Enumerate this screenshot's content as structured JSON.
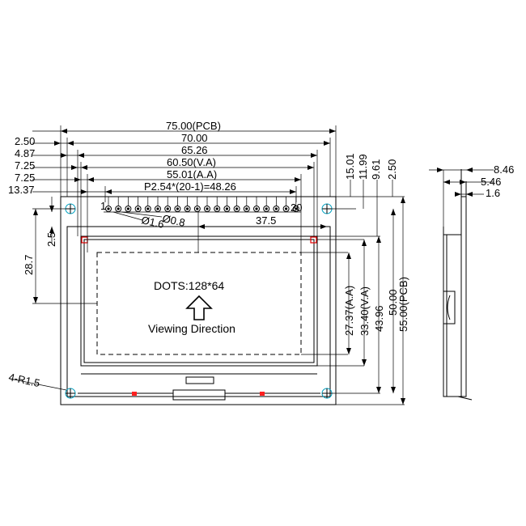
{
  "dims": {
    "pcb_width": "75.00(PCB)",
    "w_70": "70.00",
    "w_65": "65.26",
    "va_width": "60.50(V.A)",
    "aa_width": "55.01(A.A)",
    "pitch": "P2.54*(20-1)=48.26",
    "left_2_50": "2.50",
    "left_4_87": "4.87",
    "left_7_25a": "7.25",
    "left_7_25b": "7.25",
    "left_13_37": "13.37",
    "v_28_7": "28.7",
    "v_2_5": "2.5",
    "hole_label": "4-R1.5",
    "pin_1": "1",
    "pin_20": "20",
    "dia_0_8": "Ø0.8",
    "dia_1_6": "Ø1.6",
    "x_37_5": "37.5",
    "r_15_01": "15.01",
    "r_11_99": "11.99",
    "r_9_61": "9.61",
    "r_2_50": "2.50",
    "aa_height": "27.37(A.A)",
    "va_height": "33.40(V.A)",
    "h_43_96": "43.96",
    "h_50_00": "50.00",
    "pcb_height": "55.00(PCB)",
    "s_8_46": "8.46",
    "s_5_46": "5.46",
    "s_1_6": "1.6"
  },
  "display": {
    "dots": "DOTS:128*64",
    "viewing": "Viewing Direction"
  },
  "colors": {
    "line": "#000000",
    "marker": "#e00000",
    "hole": "#00a0c0"
  }
}
